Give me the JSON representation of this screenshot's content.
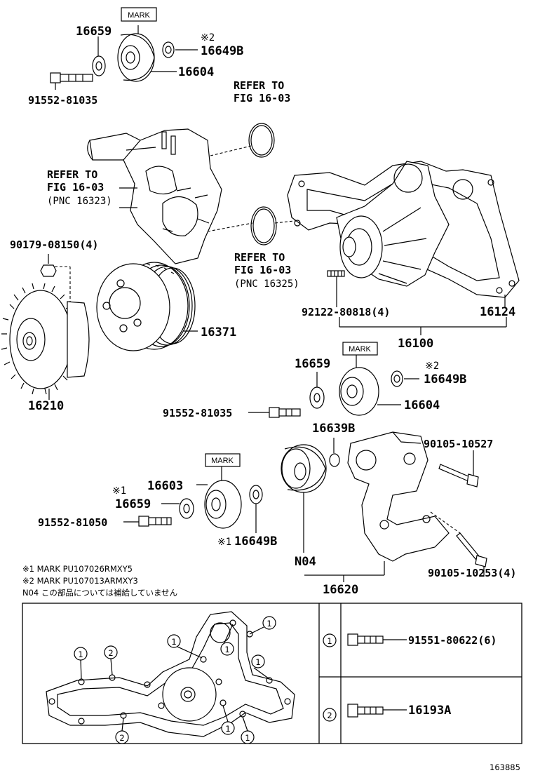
{
  "labels": {
    "p16659_a": "16659",
    "mark_a": "MARK",
    "note2_a": "※2",
    "p16649B_a": "16649B",
    "p16604_a": "16604",
    "bolt_a": "91552-81035",
    "refer1_l1": "REFER TO",
    "refer1_l2": "FIG 16-03",
    "refer2_l1": "REFER TO",
    "refer2_l2": "FIG 16-03",
    "refer2_l3": "(PNC 16323)",
    "refer3_l1": "REFER TO",
    "refer3_l2": "FIG 16-03",
    "refer3_l3": "(PNC 16325)",
    "nut": "90179-08150(4)",
    "stud": "92122-80818(4)",
    "p16124": "16124",
    "p16371": "16371",
    "p16100": "16100",
    "p16210": "16210",
    "mark_b": "MARK",
    "p16659_b": "16659",
    "note2_b": "※2",
    "p16649B_b": "16649B",
    "bolt_b": "91552-81035",
    "p16604_b": "16604",
    "p16639B": "16639B",
    "bolt_c": "90105-10527",
    "mark_c": "MARK",
    "p16603": "16603",
    "note1_a": "※1",
    "p16659_c": "16659",
    "bolt_d": "91552-81050",
    "note1_b": "※1",
    "p16649B_c": "16649B",
    "n04": "N04",
    "bolt_e": "90105-10253(4)",
    "p16620": "16620",
    "fn1": "※1 MARK PU107026RMXY5",
    "fn2": "※2 MARK PU107013ARMXY3",
    "fn3": "N04 この部品については補給していません",
    "c1": "1",
    "c2": "2",
    "legend1_num": "1",
    "legend1_part": "91551-80622(6)",
    "legend2_num": "2",
    "legend2_part": "16193A",
    "figno": "163885"
  }
}
